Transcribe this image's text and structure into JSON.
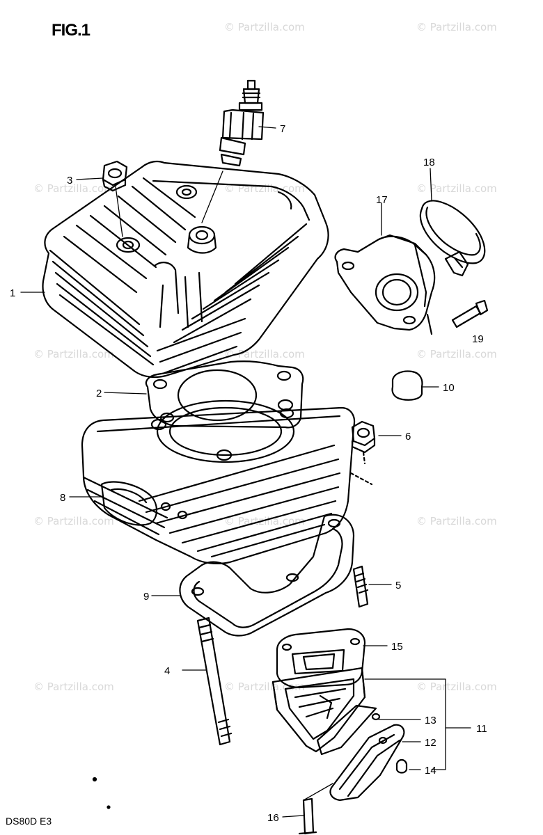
{
  "figure": {
    "title": "FIG.1",
    "model_code": "DS80D E3"
  },
  "watermark_text": "© Partzilla.com",
  "callouts": [
    {
      "id": "c1",
      "label": "1"
    },
    {
      "id": "c2",
      "label": "2"
    },
    {
      "id": "c3",
      "label": "3"
    },
    {
      "id": "c4",
      "label": "4"
    },
    {
      "id": "c5",
      "label": "5"
    },
    {
      "id": "c6",
      "label": "6"
    },
    {
      "id": "c7",
      "label": "7"
    },
    {
      "id": "c8",
      "label": "8"
    },
    {
      "id": "c9",
      "label": "9"
    },
    {
      "id": "c10",
      "label": "10"
    },
    {
      "id": "c11",
      "label": "11"
    },
    {
      "id": "c12",
      "label": "12"
    },
    {
      "id": "c13",
      "label": "13"
    },
    {
      "id": "c14",
      "label": "14"
    },
    {
      "id": "c15",
      "label": "15"
    },
    {
      "id": "c16",
      "label": "16"
    },
    {
      "id": "c17",
      "label": "17"
    },
    {
      "id": "c18",
      "label": "18"
    },
    {
      "id": "c19",
      "label": "19"
    }
  ],
  "colors": {
    "ink": "#000000",
    "watermark": "#d8d8d8",
    "background": "#ffffff"
  }
}
